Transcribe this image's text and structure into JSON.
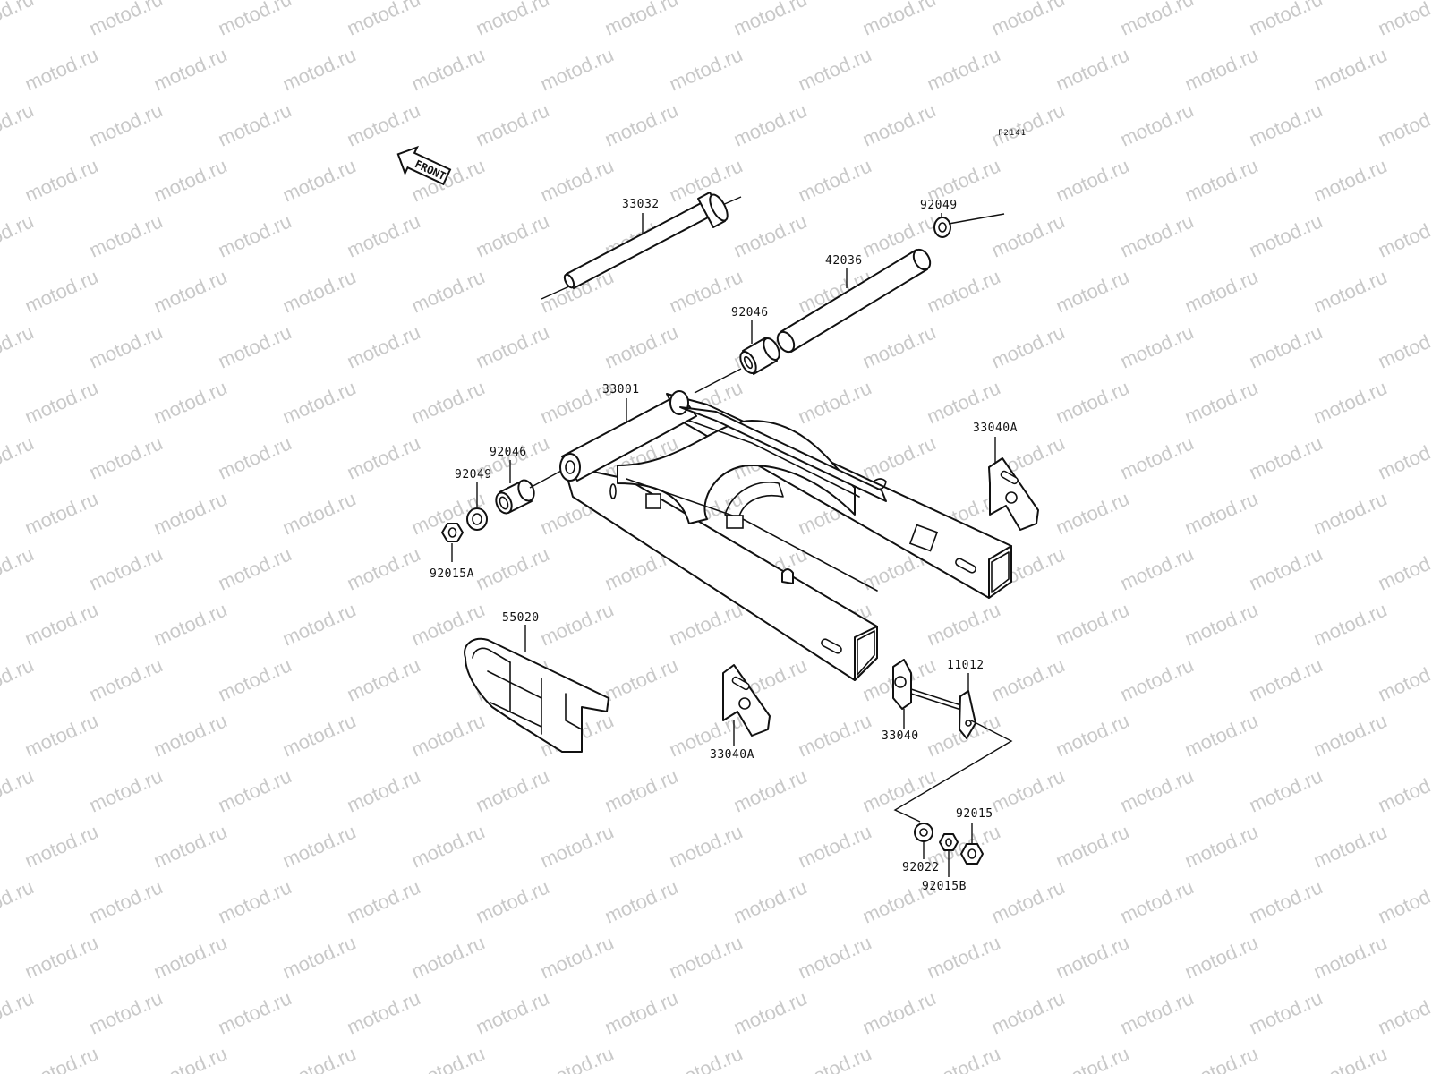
{
  "watermark": "motod.ru",
  "figure_code": "F2141",
  "front_label": "FRONT",
  "parts": [
    {
      "id": "p33032",
      "label": "33032",
      "name": "swingarm-pivot-shaft"
    },
    {
      "id": "p92049a",
      "label": "92049",
      "name": "seal-right"
    },
    {
      "id": "p42036",
      "label": "42036",
      "name": "pivot-sleeve"
    },
    {
      "id": "p92046a",
      "label": "92046",
      "name": "bearing-right"
    },
    {
      "id": "p33001",
      "label": "33001",
      "name": "swingarm"
    },
    {
      "id": "p33040Ar",
      "label": "33040A",
      "name": "chain-adjuster-plate-right"
    },
    {
      "id": "p92046b",
      "label": "92046",
      "name": "bearing-left"
    },
    {
      "id": "p92049b",
      "label": "92049",
      "name": "seal-left"
    },
    {
      "id": "p92015A",
      "label": "92015A",
      "name": "pivot-nut"
    },
    {
      "id": "p55020",
      "label": "55020",
      "name": "chain-guide"
    },
    {
      "id": "p11012",
      "label": "11012",
      "name": "adjuster-bracket"
    },
    {
      "id": "p33040Al",
      "label": "33040A",
      "name": "chain-adjuster-plate-left"
    },
    {
      "id": "p33040",
      "label": "33040",
      "name": "chain-adjuster"
    },
    {
      "id": "p92015",
      "label": "92015",
      "name": "adjuster-nut"
    },
    {
      "id": "p92022",
      "label": "92022",
      "name": "washer"
    },
    {
      "id": "p92015B",
      "label": "92015B",
      "name": "adjuster-locknut"
    }
  ]
}
